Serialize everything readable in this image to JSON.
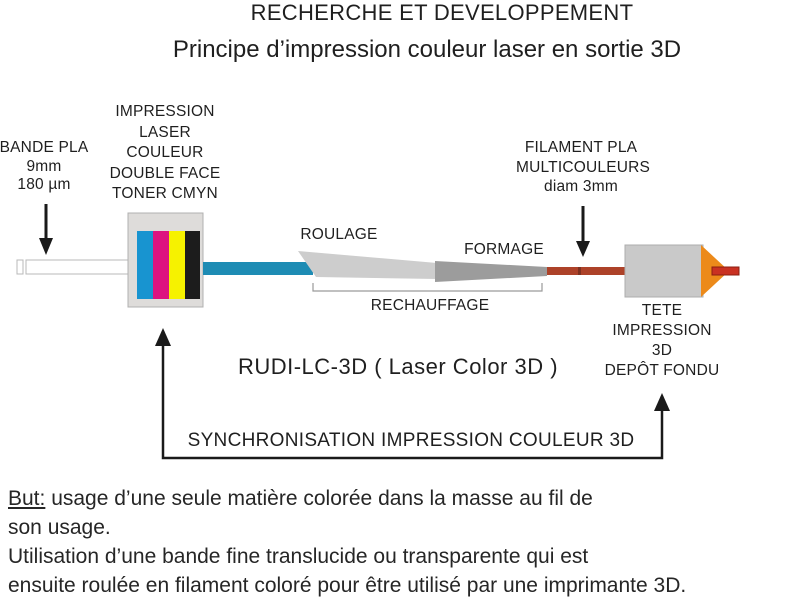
{
  "titles": {
    "line1": "RECHERCHE ET DEVELOPPEMENT",
    "line2": "Principe d’impression couleur laser en sortie 3D"
  },
  "labels": {
    "bande": {
      "lines": [
        "BANDE PLA",
        "9mm",
        "180 µm"
      ]
    },
    "laser_unit": {
      "lines": [
        "IMPRESSION",
        "LASER",
        "COULEUR",
        "DOUBLE FACE",
        "TONER CMYN"
      ]
    },
    "roulage": "ROULAGE",
    "formage": "FORMAGE",
    "rechauffage": "RECHAUFFAGE",
    "filament": {
      "lines": [
        "FILAMENT PLA",
        "MULTICOULEURS",
        "diam 3mm"
      ]
    },
    "tete": {
      "lines": [
        "TETE",
        "IMPRESSION",
        "3D",
        "DEPÔT FONDU"
      ]
    },
    "rudi": "RUDI-LC-3D ( Laser Color 3D )",
    "sync": "SYNCHRONISATION IMPRESSION COULEUR 3D"
  },
  "paragraph": {
    "but_label": "But:",
    "line1_rest": " usage d’une seule matière colorée dans la masse au fil de",
    "line2": "son usage.",
    "line3": "Utilisation d’une bande fine translucide ou transparente qui est",
    "line4": "ensuite roulée en filament coloré pour être utilisé par une imprimante 3D."
  },
  "colors": {
    "cyan_stripe": "#1894d0",
    "magenta_stripe": "#dd1380",
    "yellow_stripe": "#f6f200",
    "black_stripe": "#1c1c1c",
    "band_teal": "#1e8cb4",
    "printer_body_gray": "#dedcda",
    "roulage_gray": "#cdcdcd",
    "formage_gray": "#9c9c9c",
    "filament_red": "#ad4229",
    "filament_joint_red": "#7e3120",
    "head_gray": "#c9c9c9",
    "nozzle_orange": "#ec8a1a",
    "stub_red": "#c93122",
    "arrow_black": "#1a1a1a",
    "bracket_gray": "#9a9a9a",
    "band_outline": "#b8b8b8"
  }
}
